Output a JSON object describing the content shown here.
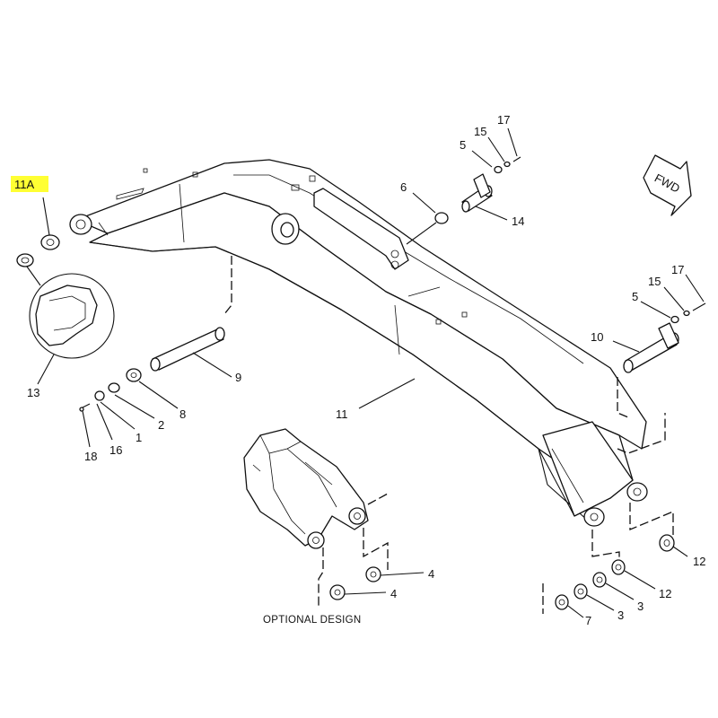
{
  "callouts": {
    "c11a": "11A",
    "c13": "13",
    "c18": "18",
    "c16": "16",
    "c1": "1",
    "c2": "2",
    "c8": "8",
    "c9": "9",
    "c11": "11",
    "c6": "6",
    "c5a": "5",
    "c15a": "15",
    "c17a": "17",
    "c14": "14",
    "c5b": "5",
    "c15b": "15",
    "c17b": "17",
    "c10": "10",
    "c12a": "12",
    "c12b": "12",
    "c3a": "3",
    "c3b": "3",
    "c7": "7",
    "c4a": "4",
    "c4b": "4"
  },
  "fwd_label": "FWD",
  "caption": "OPTIONAL DESIGN",
  "highlight_color": "#ffff33"
}
